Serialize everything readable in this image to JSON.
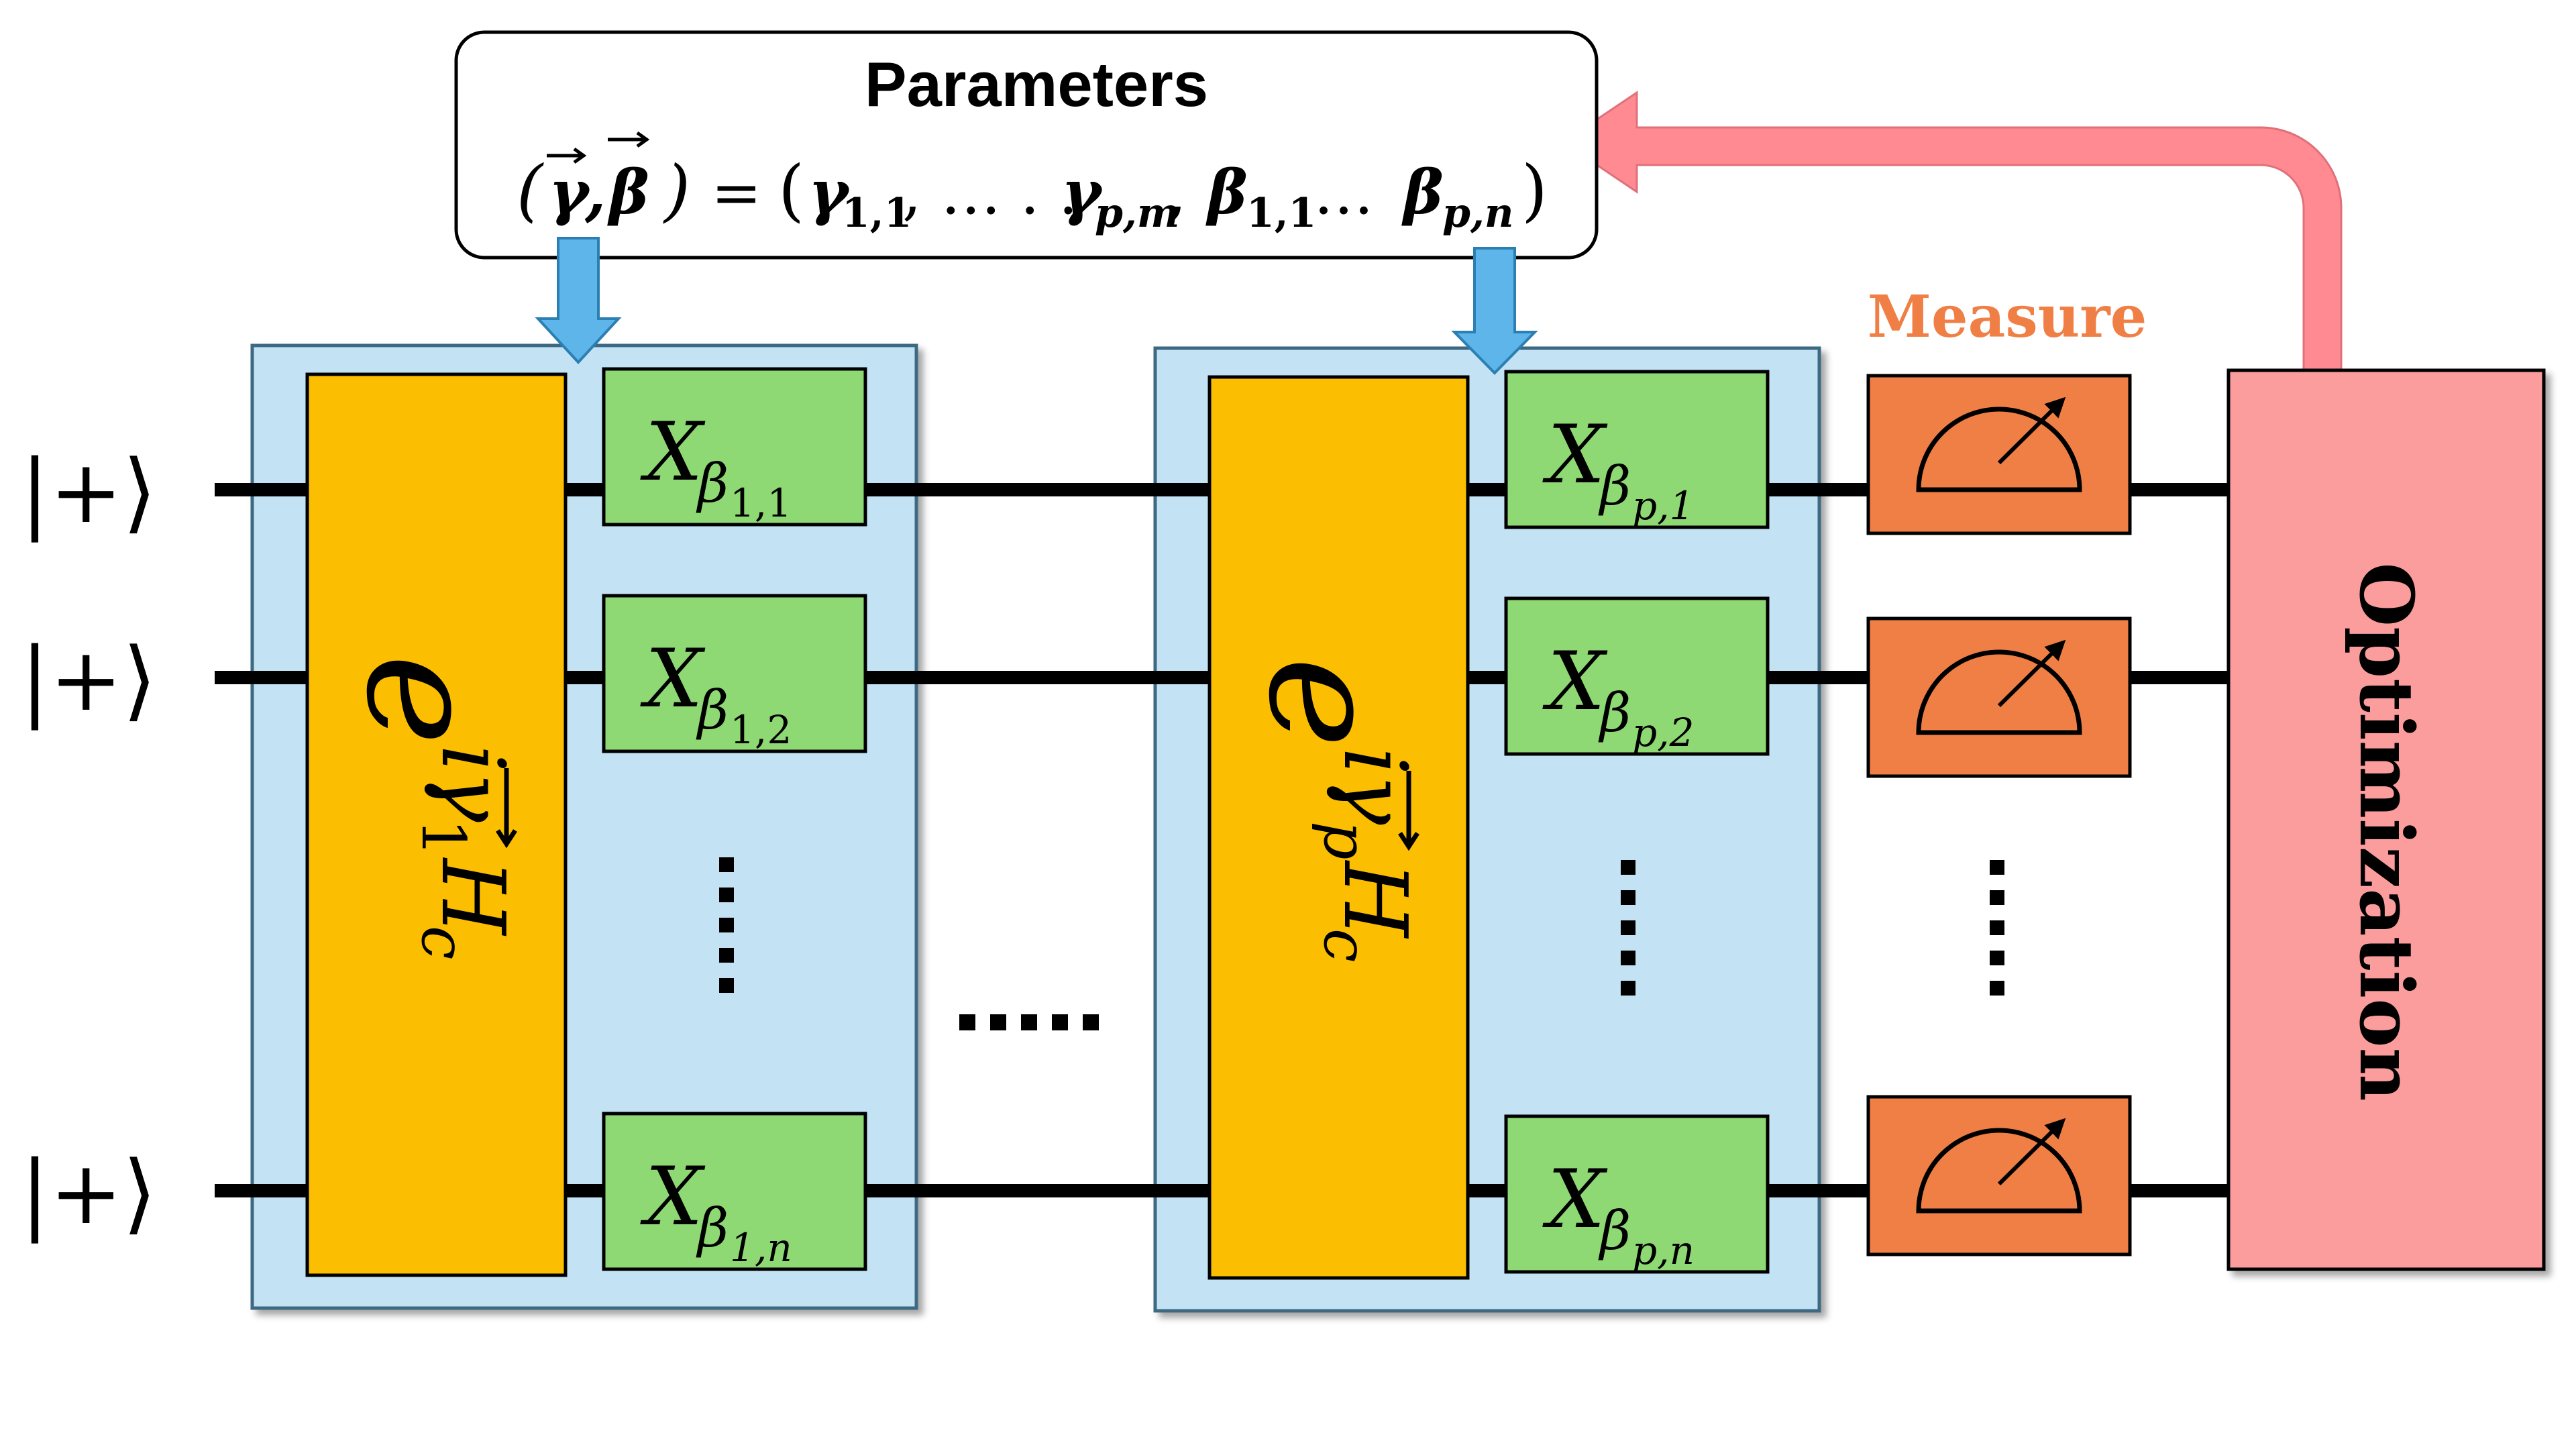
{
  "colors": {
    "layer_fill": "#c3e3f4",
    "layer_border": "#3d6a82",
    "cost_gate_fill": "#fbbe00",
    "mixer_gate_fill": "#8ed973",
    "measure_fill": "#f07f45",
    "measure_label": "#f07f45",
    "optimization_fill": "#fb9d9d",
    "feedback_arrow": "#ff8a92",
    "param_arrow_fill": "#5db5ea",
    "param_arrow_border": "#2b7fb2",
    "wire": "#000000"
  },
  "parameters": {
    "title": "Parameters",
    "lhs_gamma": "γ",
    "lhs_beta": "β",
    "equals": "=",
    "rhs_g11": "γ",
    "rhs_g11_sub": "1,1",
    "rhs_dots1": " , … . .",
    "rhs_gpm": "γ",
    "rhs_gpm_sub": "p,m",
    "rhs_b11": "β",
    "rhs_b11_sub": "1,1",
    "rhs_dots2": " …",
    "rhs_bpn": "β",
    "rhs_bpn_sub": "p,n"
  },
  "qubit_states": [
    "|+⟩",
    "|+⟩",
    "|+⟩"
  ],
  "layer1": {
    "cost_gate": {
      "base": "e",
      "exp_i": "i",
      "exp_gamma": "γ",
      "exp_gamma_sub": "1",
      "exp_H": "H",
      "exp_H_sub": "c"
    },
    "mixers": [
      {
        "X": "X",
        "beta": "β",
        "sub": "1,1"
      },
      {
        "X": "X",
        "beta": "β",
        "sub": "1,2"
      },
      {
        "X": "X",
        "beta": "β",
        "sub": "1,n"
      }
    ],
    "dots": "⋮"
  },
  "layer_p": {
    "cost_gate": {
      "base": "e",
      "exp_i": "i",
      "exp_gamma": "γ",
      "exp_gamma_sub": "p",
      "exp_H": "H",
      "exp_H_sub": "c"
    },
    "mixers": [
      {
        "X": "X",
        "beta": "β",
        "sub": "p,1"
      },
      {
        "X": "X",
        "beta": "β",
        "sub": "p,2"
      },
      {
        "X": "X",
        "beta": "β",
        "sub": "p,n"
      }
    ],
    "dots": "⋮"
  },
  "between_layers_dots": ".....",
  "measure": {
    "label": "Measure",
    "dots": "⋮",
    "count": 3
  },
  "optimization": {
    "label": "Optimization"
  }
}
